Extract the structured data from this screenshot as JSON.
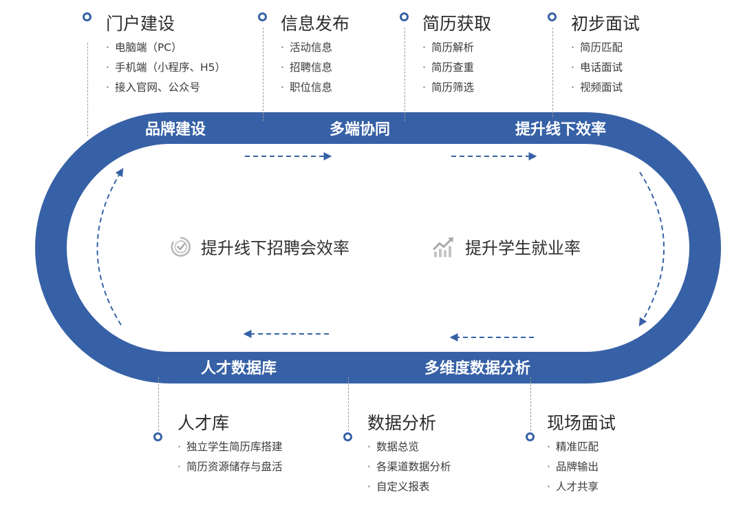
{
  "top_sections": [
    {
      "title": "门户建设",
      "items": [
        "电脑端（PC）",
        "手机端（小程序、H5）",
        "接入官网、公众号"
      ]
    },
    {
      "title": "信息发布",
      "items": [
        "活动信息",
        "招聘信息",
        "职位信息"
      ]
    },
    {
      "title": "简历获取",
      "items": [
        "简历解析",
        "简历查重",
        "简历筛选"
      ]
    },
    {
      "title": "初步面试",
      "items": [
        "简历匹配",
        "电话面试",
        "视频面试"
      ]
    }
  ],
  "bottom_sections": [
    {
      "title": "人才库",
      "items": [
        "独立学生简历库搭建",
        "简历资源储存与盘活"
      ]
    },
    {
      "title": "数据分析",
      "items": [
        "数据总览",
        "各渠道数据分析",
        "自定义报表"
      ]
    },
    {
      "title": "现场面试",
      "items": [
        "精准匹配",
        "品牌输出",
        "人才共享"
      ]
    }
  ],
  "track_top_labels": [
    "品牌建设",
    "多端协同",
    "提升线下效率"
  ],
  "track_bottom_labels": [
    "人才数据库",
    "多维度数据分析"
  ],
  "center": {
    "left_text": "提升线下招聘会效率",
    "right_text": "提升学生就业率",
    "left_icon": "clock-check-icon",
    "right_icon": "growth-chart-icon"
  },
  "colors": {
    "track": "#3761a6",
    "arrow": "#3761a6",
    "text": "#333333"
  }
}
